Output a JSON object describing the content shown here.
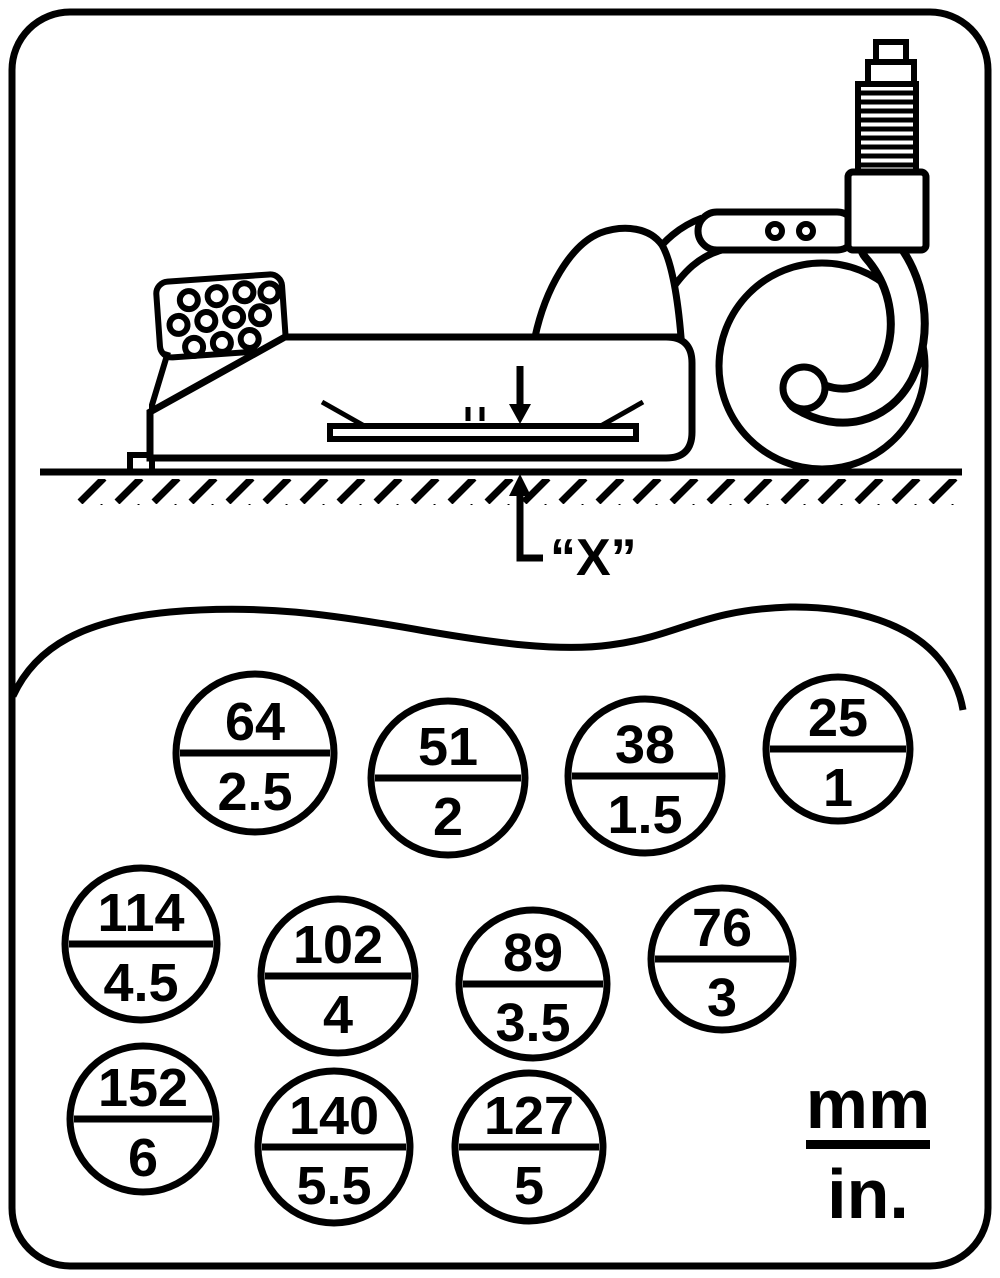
{
  "diagram": {
    "dimension_label": "“X”",
    "units": {
      "top": "mm",
      "bottom": "in."
    },
    "circles": [
      {
        "mm": "64",
        "in": "2.5"
      },
      {
        "mm": "51",
        "in": "2"
      },
      {
        "mm": "38",
        "in": "1.5"
      },
      {
        "mm": "25",
        "in": "1"
      },
      {
        "mm": "114",
        "in": "4.5"
      },
      {
        "mm": "102",
        "in": "4"
      },
      {
        "mm": "89",
        "in": "3.5"
      },
      {
        "mm": "76",
        "in": "3"
      },
      {
        "mm": "152",
        "in": "6"
      },
      {
        "mm": "140",
        "in": "5.5"
      },
      {
        "mm": "127",
        "in": "5"
      }
    ],
    "colors": {
      "ink": "#000000",
      "background": "#ffffff"
    }
  }
}
